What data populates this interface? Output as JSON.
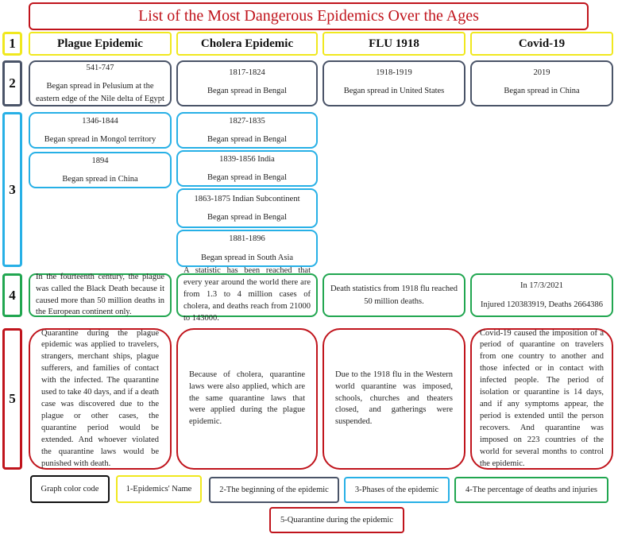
{
  "title": "List of the Most Dangerous Epidemics Over the Ages",
  "row_labels": [
    "1",
    "2",
    "3",
    "4",
    "5"
  ],
  "headers": [
    "Plague Epidemic",
    "Cholera Epidemic",
    "FLU 1918",
    "Covid-19"
  ],
  "row2": [
    {
      "period": "541-747",
      "text": "Began spread in Pelusium at the eastern edge of the Nile delta of Egypt"
    },
    {
      "period": "1817-1824",
      "text": "Began spread in Bengal"
    },
    {
      "period": "1918-1919",
      "text": "Began spread in United States"
    },
    {
      "period": "2019",
      "text": "Began spread in China"
    }
  ],
  "row3_plague": [
    {
      "period": "1346-1844",
      "text": "Began spread in Mongol territory"
    },
    {
      "period": "1894",
      "text": "Began spread in China"
    }
  ],
  "row3_cholera": [
    {
      "period": "1827-1835",
      "text": "Began spread in Bengal"
    },
    {
      "period": "1839-1856 India",
      "text": "Began spread in Bengal"
    },
    {
      "period": "1863-1875 Indian Subcontinent",
      "text": "Began spread in Bengal"
    },
    {
      "period": "1881-1896",
      "text": "Began spread in South Asia"
    }
  ],
  "row4": [
    "In the fourteenth century, the plague was called the Black Death because it caused more than 50 million deaths in the European continent only.",
    "A statistic has been reached that every year around the world there are from 1.3 to 4 million cases of cholera, and deaths reach from 21000 to 143000.",
    "Death statistics from 1918 flu reached 50 million deaths.",
    {
      "line1": "In 17/3/2021",
      "line2": "Injured 120383919, Deaths 2664386"
    }
  ],
  "row5": [
    "Quarantine during the plague epidemic was applied to travelers, strangers, merchant ships, plague sufferers, and families of contact with the infected. The quarantine used to take 40 days, and if a death case was discovered due to the plague or other cases, the quarantine period would be extended. And whoever violated the quarantine laws would be punished with death.",
    "Because of cholera, quarantine laws were also applied, which are the same quarantine laws that were applied during the plague epidemic.",
    "Due to the 1918 flu in the Western world quarantine was imposed, schools, churches and theaters closed, and gatherings were suspended.",
    "Covid-19 caused the imposition of a period of quarantine on travelers from one country to another and those infected or in contact with infected people. The period of isolation or quarantine is 14 days, and if any symptoms appear, the period is extended until the person recovers. And quarantine was imposed on 223 countries of the world for several months to control the epidemic."
  ],
  "legend": {
    "code": "Graph color code",
    "items": [
      "1-Epidemics' Name",
      "2-The beginning of the epidemic",
      "3-Phases of the epidemic",
      "4-The percentage of deaths and injuries",
      "5-Quarantine during the epidemic"
    ]
  },
  "colors": {
    "red": "#c0141c",
    "yellow": "#f0e81e",
    "slate": "#4a5468",
    "blue": "#27b0e6",
    "green": "#21a650",
    "black": "#111111"
  }
}
